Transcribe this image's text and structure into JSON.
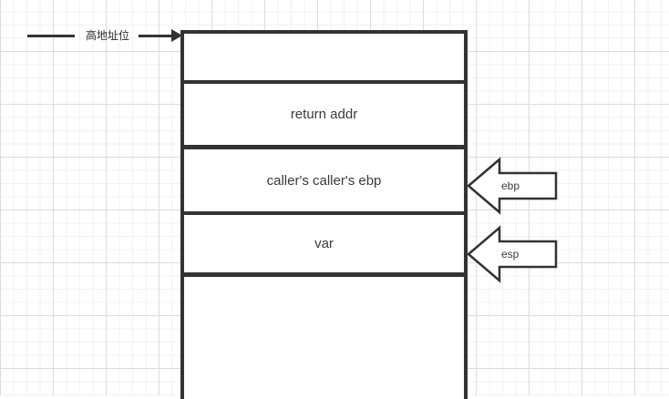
{
  "diagram": {
    "title_annotation": {
      "label": "高地址位",
      "direction": "right"
    },
    "stack": {
      "cells": [
        {
          "label": "",
          "name": "stack-cell-empty-top"
        },
        {
          "label": "return addr",
          "name": "stack-cell-return-addr"
        },
        {
          "label": "caller's caller's ebp",
          "name": "stack-cell-callers-callers-ebp"
        },
        {
          "label": "var",
          "name": "stack-cell-var"
        },
        {
          "label": "",
          "name": "stack-cell-empty-bottom"
        }
      ]
    },
    "pointers": [
      {
        "label": "ebp",
        "points_to": "caller's caller's ebp"
      },
      {
        "label": "esp",
        "points_to": "var"
      }
    ],
    "colors": {
      "stroke": "#333333",
      "text": "#3a3a3a",
      "background": "#ffffff",
      "grid_minor": "#f1f1f1",
      "grid_major": "#dcdcdc"
    }
  }
}
